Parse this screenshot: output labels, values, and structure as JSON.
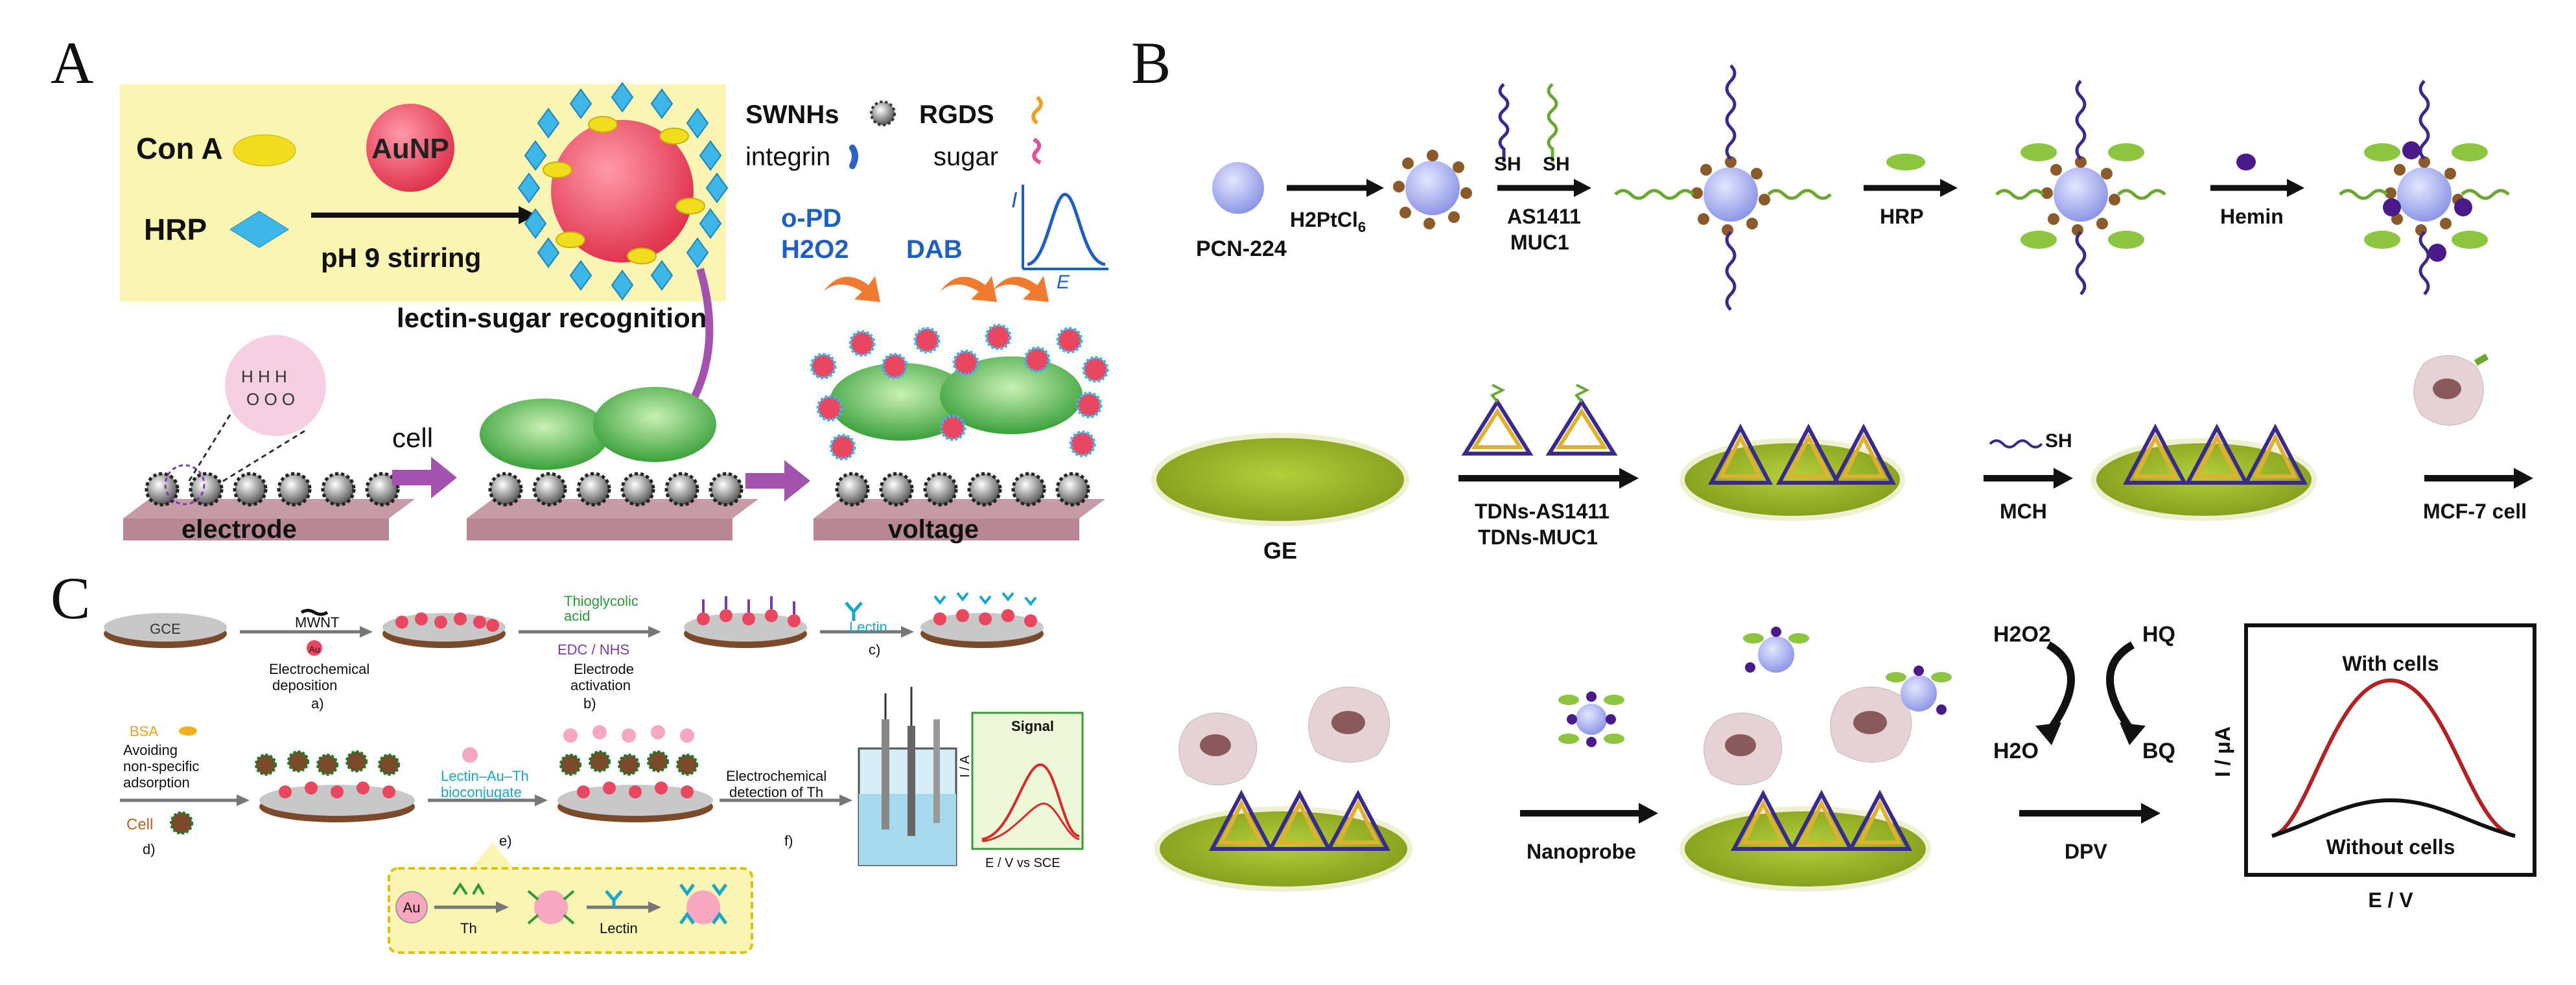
{
  "panels": {
    "a": {
      "letter": "A",
      "con_a": "Con A",
      "hrp": "HRP",
      "aunp": "AuNP",
      "ph_stirring": "pH 9  stirring",
      "legend": {
        "swnhs": "SWNHs",
        "rgds": "RGDS",
        "integrin": "integrin",
        "sugar": "sugar"
      },
      "lectin_sugar": "lectin-sugar recognition",
      "opd": "o-PD",
      "h2o2": "H2O2",
      "dab": "DAB",
      "plot_y": "I",
      "plot_x": "E",
      "cell": "cell",
      "electrode": "electrode",
      "voltage": "voltage",
      "colors": {
        "box": "#fbf5b4",
        "arrow": "#a353ad",
        "aunp": "#e8475f",
        "hrp": "#3fb6e8",
        "cona": "#f2dc1e"
      }
    },
    "b": {
      "letter": "B",
      "pcn": "PCN-224",
      "h2ptcl": "H2PtCl",
      "h2ptcl_sub": "6",
      "sh1": "SH",
      "sh2": "SH",
      "as1411": "AS1411",
      "muc1": "MUC1",
      "hrp": "HRP",
      "hemin": "Hemin",
      "ge": "GE",
      "tdns_as": "TDNs-AS1411",
      "tdns_muc": "TDNs-MUC1",
      "sh3": "SH",
      "mch": "MCH",
      "mcf7": "MCF-7 cell",
      "nanoprobe": "Nanoprobe",
      "h2o2": "H2O2",
      "h2o": "H2O",
      "hq": "HQ",
      "bq": "BQ",
      "dpv": "DPV",
      "with_cells": "With cells",
      "without_cells": "Without cells",
      "ylabel": "I / μA",
      "xlabel": "E / V",
      "colors": {
        "electrode": "#9aba2a",
        "core": "#a5aef0",
        "shell": "#8b5a2b",
        "dna": "#3b2a8c",
        "hrp": "#8cc63f",
        "hemin": "#4b1a8a",
        "curve_with": "#b22222"
      }
    },
    "c": {
      "letter": "C",
      "gce": "GCE",
      "mwnt": "MWNT",
      "au": "Au",
      "electrochem_dep": "Electrochemical",
      "deposition": "deposition",
      "step_a": "a)",
      "thioglycolic": "Thioglycolic",
      "acid": "acid",
      "edc": "EDC / NHS",
      "electrode_act": "Electrode",
      "activation": "activation",
      "step_b": "b)",
      "lectin": "Lectin",
      "step_c": "c)",
      "bsa": "BSA",
      "avoiding1": "Avoiding",
      "avoiding2": "non-specific",
      "avoiding3": "adsorption",
      "cell": "Cell",
      "step_d": "d)",
      "bioconj1": "Lectin–Au–Th",
      "bioconj2": "bioconjugate",
      "step_e": "e)",
      "electrochem_det": "Electrochemical",
      "detection_th": "detection of Th",
      "step_f": "f)",
      "signal": "Signal",
      "ia": "I / A",
      "evsce": "E / V vs SCE",
      "inset_au": "Au",
      "inset_th": "Th",
      "inset_lectin": "Lectin"
    }
  }
}
